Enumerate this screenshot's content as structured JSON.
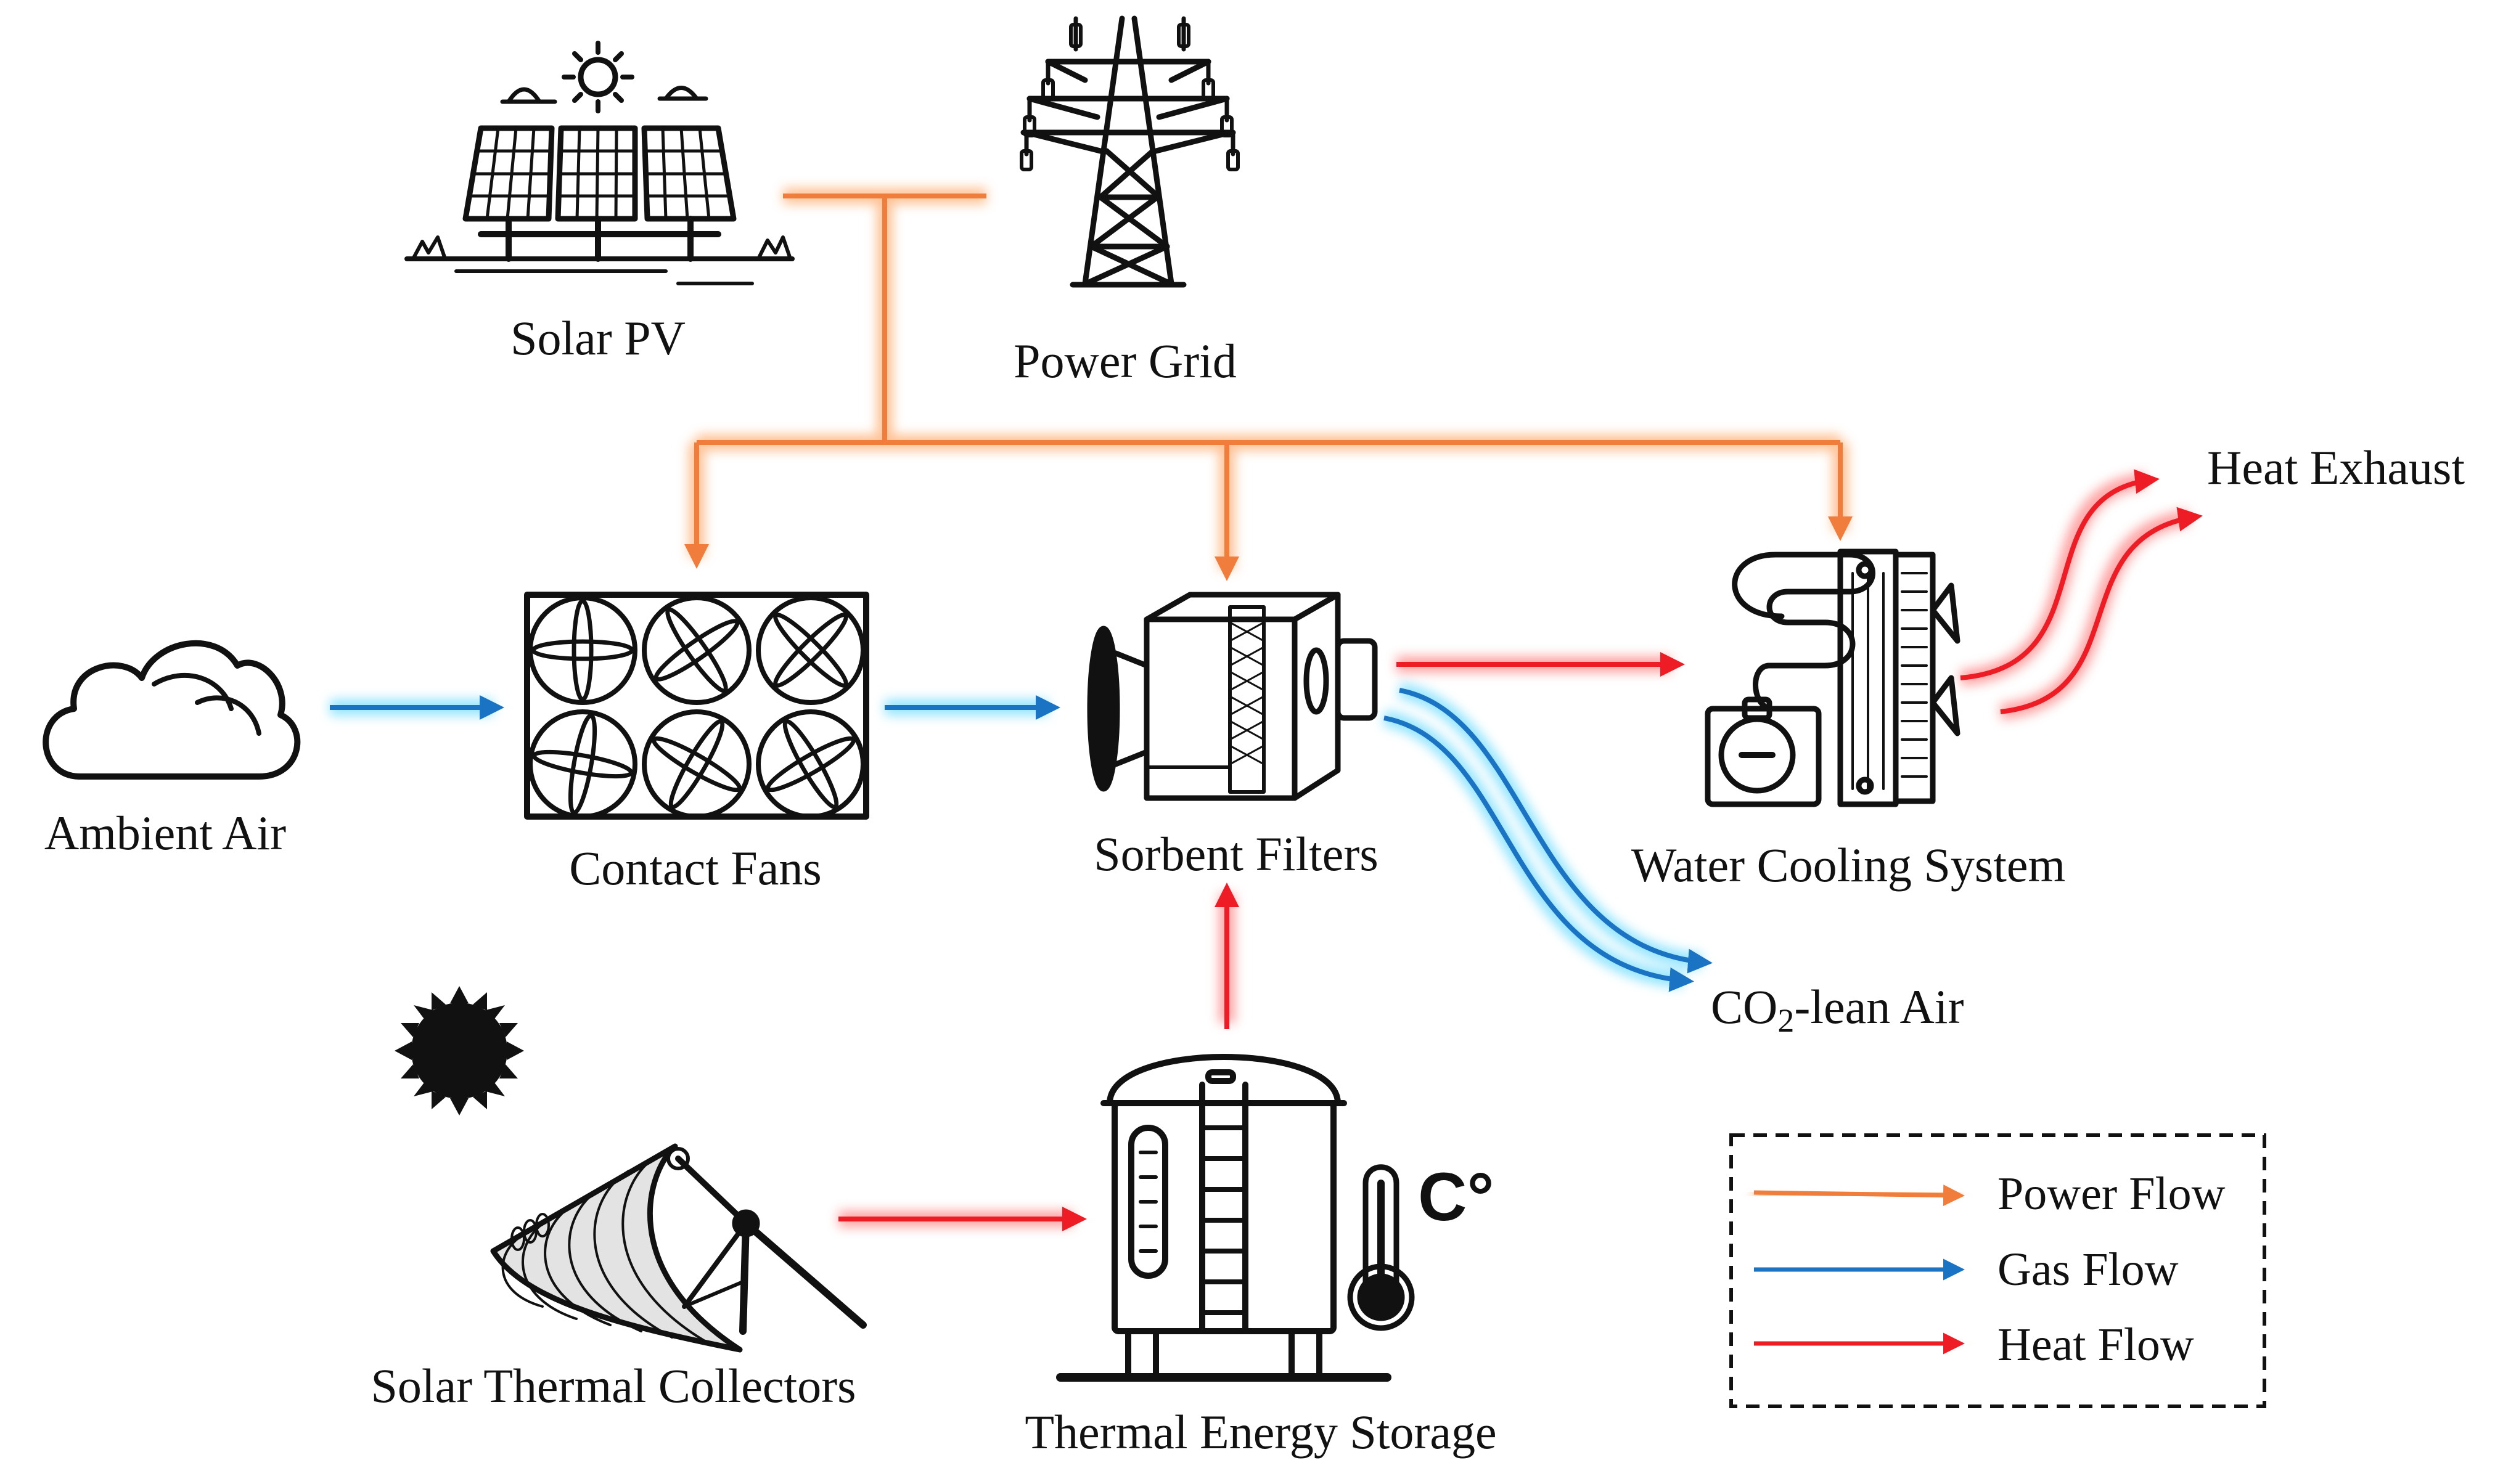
{
  "nodes": {
    "solar_pv": "Solar PV",
    "power_grid": "Power Grid",
    "ambient_air": "Ambient Air",
    "contact_fans": "Contact Fans",
    "sorbent_filters": "Sorbent Filters",
    "water_cooling": "Water Cooling System",
    "heat_exhaust": "Heat Exhaust",
    "co2_lean_prefix": "CO",
    "co2_lean_sub": "2",
    "co2_lean_suffix": "-lean Air",
    "solar_thermal": "Solar Thermal Collectors",
    "thermal_storage": "Thermal Energy Storage",
    "temp_unit": "C°"
  },
  "legend": {
    "items": [
      {
        "label": "Power Flow",
        "color": "#f07d3c",
        "glow": "#ffc79a"
      },
      {
        "label": "Gas Flow",
        "color": "#1b73c4",
        "glow": "#8fe1ff"
      },
      {
        "label": "Heat Flow",
        "color": "#ee1c25",
        "glow": "#ff9a9a"
      }
    ]
  },
  "colors": {
    "power": "#f07d3c",
    "gas": "#1b73c4",
    "heat": "#ee1c25",
    "icon": "#111111"
  }
}
